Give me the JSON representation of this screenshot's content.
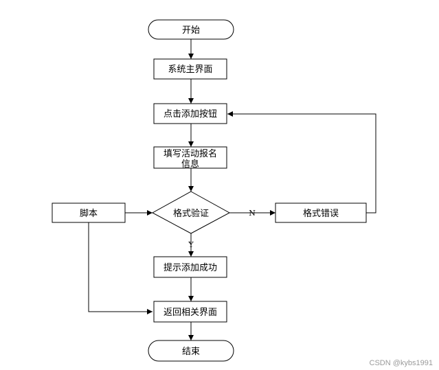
{
  "nodes": {
    "start": "开始",
    "main_ui": "系统主界面",
    "click_add": "点击添加按钮",
    "fill_info_line1": "填写活动报名",
    "fill_info_line2": "信息",
    "format_check": "格式验证",
    "format_error": "格式错误",
    "script": "脚本",
    "add_success": "提示添加成功",
    "return_page": "返回相关界面",
    "end": "结束"
  },
  "edge_labels": {
    "no": "N",
    "yes": "Y"
  },
  "watermark": "CSDN @kybs1991",
  "colors": {
    "stroke": "#000000",
    "fill": "#ffffff",
    "watermark": "#9a9a9a"
  }
}
